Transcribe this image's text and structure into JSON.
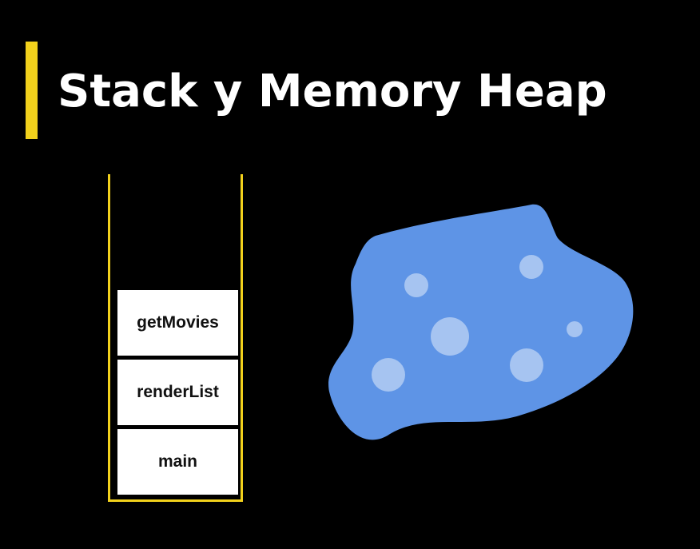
{
  "title": "Stack y Memory Heap",
  "colors": {
    "accent": "#f2d11c",
    "background": "#000000",
    "heap_fill": "#5e94e6",
    "heap_bubble": "#b3cdf2",
    "frame_fill": "#ffffff",
    "text_light": "#ffffff"
  },
  "stack": {
    "frames": [
      {
        "label": "getMovies"
      },
      {
        "label": "renderList"
      },
      {
        "label": "main"
      }
    ]
  }
}
